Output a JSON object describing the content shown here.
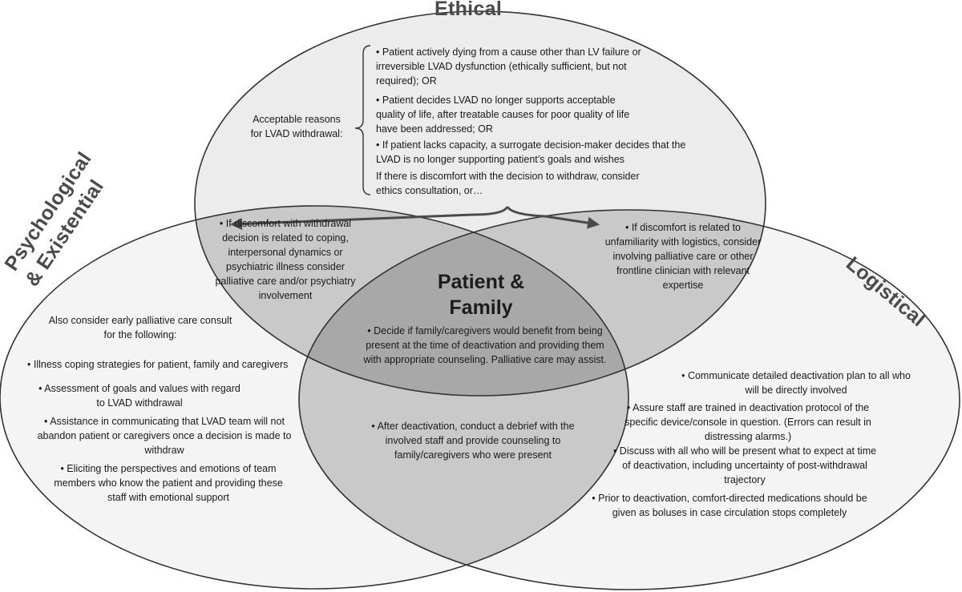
{
  "colors": {
    "ethical_fill": "#ececec",
    "side_fill": "#f4f4f4",
    "overlap_fill": "#c9c9c9",
    "center_fill": "#a8a8a8",
    "outline": "#333333",
    "arrow": "#4a4a4a"
  },
  "circles": {
    "ethical": "Ethical",
    "psych_line1": "Psychological",
    "psych_line2": "& Existential",
    "logistical": "Logistical"
  },
  "ethical": {
    "reasons_label_line1": "Acceptable reasons",
    "reasons_label_line2": "for LVAD withdrawal:",
    "bullets": [
      "• Patient actively dying from a cause other than LV failure or irreversible LVAD dysfunction (ethically sufficient, but not required); OR",
      "• Patient decides LVAD no longer supports acceptable quality of life, after treatable causes for poor quality of life have been addressed; OR",
      "• If patient lacks capacity, a surrogate decision-maker decides that the LVAD is no longer supporting patient’s goals and wishes"
    ],
    "discomfort": "If there is discomfort with the decision to withdraw, consider ethics consultation, or…"
  },
  "overlap_left": "• If discomfort with withdrawal decision is related to coping, interpersonal dynamics or psychiatric illness consider palliative care and/or psychiatry involvement",
  "overlap_right": "• If discomfort is related to unfamiliarity with logistics, consider involving palliative care or other frontline clinician with relevant expertise",
  "center": {
    "title_line1": "Patient &",
    "title_line2": "Family",
    "bullet": "• Decide if family/caregivers would benefit from being present at the time of deactivation and providing them with appropriate counseling. Palliative care may assist.",
    "debrief": "• After deactivation, conduct a debrief with the involved staff and provide counseling to family/caregivers who were present"
  },
  "psych": {
    "intro_line1": "Also consider early palliative care consult",
    "intro_line2": "for the following:",
    "bullets": [
      "• Illness coping strategies for patient, family and caregivers",
      "• Assessment of goals and values with regard to LVAD withdrawal",
      "• Assistance in communicating that LVAD team will not abandon patient or caregivers once a decision is made to withdraw",
      "• Eliciting the perspectives and emotions of team members who know the patient and providing these staff with emotional support"
    ]
  },
  "logistical": {
    "bullets": [
      "• Communicate detailed deactivation plan to all who will be directly involved",
      "• Assure staff are trained in deactivation protocol of the specific device/console in question. (Errors can result in distressing alarms.)",
      "• Discuss with all who will be present what to expect at time of deactivation, including uncertainty of post-withdrawal trajectory",
      "• Prior to deactivation, comfort-directed medications should be given as boluses in case circulation stops completely"
    ]
  }
}
